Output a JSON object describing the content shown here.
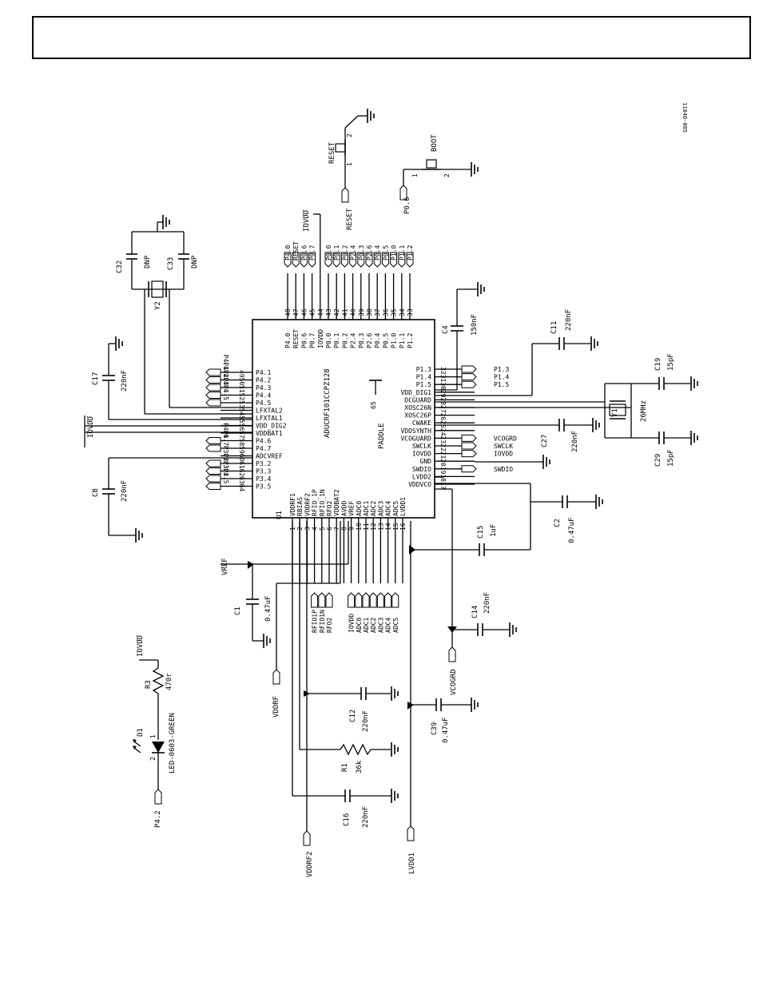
{
  "doc_code": "11040-005",
  "chip": {
    "ref": "U1",
    "part": "ADUCRF101CCPZ128",
    "paddle": "PADDLE",
    "paddle_pin": "65"
  },
  "top_pins": [
    {
      "n": "48",
      "name": "P4.0",
      "net": "P4.0"
    },
    {
      "n": "47",
      "name": "RESET",
      "net": "RESET"
    },
    {
      "n": "46",
      "name": "P0.6",
      "net": "P0.6"
    },
    {
      "n": "45",
      "name": "P0.7",
      "net": "P0.7"
    },
    {
      "n": "44",
      "name": "IOVDD",
      "net": ""
    },
    {
      "n": "43",
      "name": "P0.0",
      "net": "P0.0"
    },
    {
      "n": "42",
      "name": "P0.1",
      "net": "P0.1"
    },
    {
      "n": "41",
      "name": "P0.2",
      "net": "P0.2"
    },
    {
      "n": "40",
      "name": "P2.4",
      "net": "P2.4"
    },
    {
      "n": "39",
      "name": "P0.3",
      "net": "P0.3"
    },
    {
      "n": "38",
      "name": "P2.6",
      "net": "P2.6"
    },
    {
      "n": "37",
      "name": "P0.4",
      "net": "P0.4"
    },
    {
      "n": "36",
      "name": "P0.5",
      "net": "P0.5"
    },
    {
      "n": "35",
      "name": "P1.0",
      "net": "P1.0"
    },
    {
      "n": "34",
      "name": "P1.1",
      "net": "P1.1"
    },
    {
      "n": "33",
      "name": "P1.2",
      "net": "P1.2"
    }
  ],
  "bottom_pins": [
    {
      "n": "1",
      "name": "VDDRF1",
      "net": ""
    },
    {
      "n": "2",
      "name": "RBIAS",
      "net": ""
    },
    {
      "n": "3",
      "name": "VDDRF2",
      "net": ""
    },
    {
      "n": "4",
      "name": "RFIO_1P",
      "net": "RFIO1P"
    },
    {
      "n": "5",
      "name": "RFIO_1N",
      "net": "RFIO1N"
    },
    {
      "n": "6",
      "name": "RFO2",
      "net": "RFO2"
    },
    {
      "n": "7",
      "name": "VDDBAT2",
      "net": ""
    },
    {
      "n": "8",
      "name": "AVDD",
      "net": ""
    },
    {
      "n": "9",
      "name": "VREF",
      "net": "IOVDD"
    },
    {
      "n": "10",
      "name": "ADC0",
      "net": "ADC0"
    },
    {
      "n": "11",
      "name": "ADC1",
      "net": "ADC1"
    },
    {
      "n": "12",
      "name": "ADC2",
      "net": "ADC2"
    },
    {
      "n": "13",
      "name": "ADC3",
      "net": "ADC3"
    },
    {
      "n": "14",
      "name": "ADC4",
      "net": "ADC4"
    },
    {
      "n": "15",
      "name": "ADC5",
      "net": "ADC5"
    },
    {
      "n": "16",
      "name": "LVDD1",
      "net": ""
    }
  ],
  "left_pins": [
    {
      "n": "49",
      "name": "P4.1",
      "net": "P4.1"
    },
    {
      "n": "50",
      "name": "P4.2",
      "net": "P4.2"
    },
    {
      "n": "51",
      "name": "P4.3",
      "net": "P4.3"
    },
    {
      "n": "52",
      "name": "P4.4",
      "net": "P4.4"
    },
    {
      "n": "53",
      "name": "P4.5",
      "net": "P4.5"
    },
    {
      "n": "54",
      "name": "LFXTAL2",
      "net": ""
    },
    {
      "n": "55",
      "name": "LFXTAL1",
      "net": ""
    },
    {
      "n": "56",
      "name": "VDD_DIG2",
      "net": ""
    },
    {
      "n": "57",
      "name": "VDDBAT1",
      "net": ""
    },
    {
      "n": "58",
      "name": "P4.6",
      "net": "P4.6"
    },
    {
      "n": "59",
      "name": "P4.7",
      "net": "P4.7"
    },
    {
      "n": "60",
      "name": "ADCVREF",
      "net": ""
    },
    {
      "n": "61",
      "name": "P3.2",
      "net": "P3.2"
    },
    {
      "n": "62",
      "name": "P3.3",
      "net": "P3.3"
    },
    {
      "n": "63",
      "name": "P3.4",
      "net": "P3.4"
    },
    {
      "n": "64",
      "name": "P3.5",
      "net": "P3.5"
    }
  ],
  "right_pins": [
    {
      "n": "32",
      "name": "P1.3",
      "net": "P1.3"
    },
    {
      "n": "31",
      "name": "P1.4",
      "net": "P1.4"
    },
    {
      "n": "30",
      "name": "P1.5",
      "net": "P1.5"
    },
    {
      "n": "29",
      "name": "VDD_DIG1",
      "net": ""
    },
    {
      "n": "28",
      "name": "DCGUARD",
      "net": ""
    },
    {
      "n": "27",
      "name": "XOSC26N",
      "net": ""
    },
    {
      "n": "26",
      "name": "XOSC26P",
      "net": ""
    },
    {
      "n": "25",
      "name": "CWAKE",
      "net": ""
    },
    {
      "n": "24",
      "name": "VDDSYNTH",
      "net": ""
    },
    {
      "n": "23",
      "name": "VCOGUARD",
      "net": "VCOGRD"
    },
    {
      "n": "22",
      "name": "SWCLK",
      "net": "SWCLK"
    },
    {
      "n": "21",
      "name": "IOVDD",
      "net": "IOVDD"
    },
    {
      "n": "20",
      "name": "GND",
      "net": ""
    },
    {
      "n": "19",
      "name": "SWDIO",
      "net": "SWDIO"
    },
    {
      "n": "18",
      "name": "LVDD2",
      "net": ""
    },
    {
      "n": "17",
      "name": "VDDVCO",
      "net": ""
    }
  ],
  "components": {
    "reset": {
      "ref": "RESET",
      "p1": "1",
      "p2": "2",
      "net": "RESET"
    },
    "boot": {
      "ref": "BOOT",
      "p1": "1",
      "p2": "2",
      "net": "P0.6"
    },
    "c32": {
      "ref": "C32",
      "value": "DNP"
    },
    "c33": {
      "ref": "C33",
      "value": "DNP"
    },
    "y2": {
      "ref": "Y2"
    },
    "y1": {
      "ref": "Y1",
      "value": "26MHz"
    },
    "c17": {
      "ref": "C17",
      "value": "220nF"
    },
    "c8": {
      "ref": "C8",
      "value": "220nF"
    },
    "c4": {
      "ref": "C4",
      "value": "150nF"
    },
    "c11": {
      "ref": "C11",
      "value": "220nF"
    },
    "c19": {
      "ref": "C19",
      "value": "15pF"
    },
    "c29": {
      "ref": "C29",
      "value": "15pF"
    },
    "c27": {
      "ref": "C27",
      "value": "220nF"
    },
    "c2": {
      "ref": "C2",
      "value": "0.47uF"
    },
    "c15": {
      "ref": "C15",
      "value": "1uF"
    },
    "c14": {
      "ref": "C14",
      "value": "220nF"
    },
    "c1": {
      "ref": "C1",
      "value": "0.47uF"
    },
    "c12": {
      "ref": "C12",
      "value": "220nF"
    },
    "c39": {
      "ref": "C39",
      "value": "0.47uF"
    },
    "r1": {
      "ref": "R1",
      "value": "36k"
    },
    "c16": {
      "ref": "C16",
      "value": "220nF"
    },
    "r3": {
      "ref": "R3",
      "value": "470r"
    },
    "d1": {
      "ref": "D1",
      "value": "LED-0603-GREEN",
      "p1": "1",
      "p2": "2"
    }
  },
  "nets": {
    "iovdd": "IOVDD",
    "vref": "VREF",
    "vddrf": "VDDRF",
    "vddrf2": "VDDRF2",
    "lvdd1": "LVDD1",
    "vcogrd": "VCOGRD",
    "led_net": "P4.2"
  }
}
